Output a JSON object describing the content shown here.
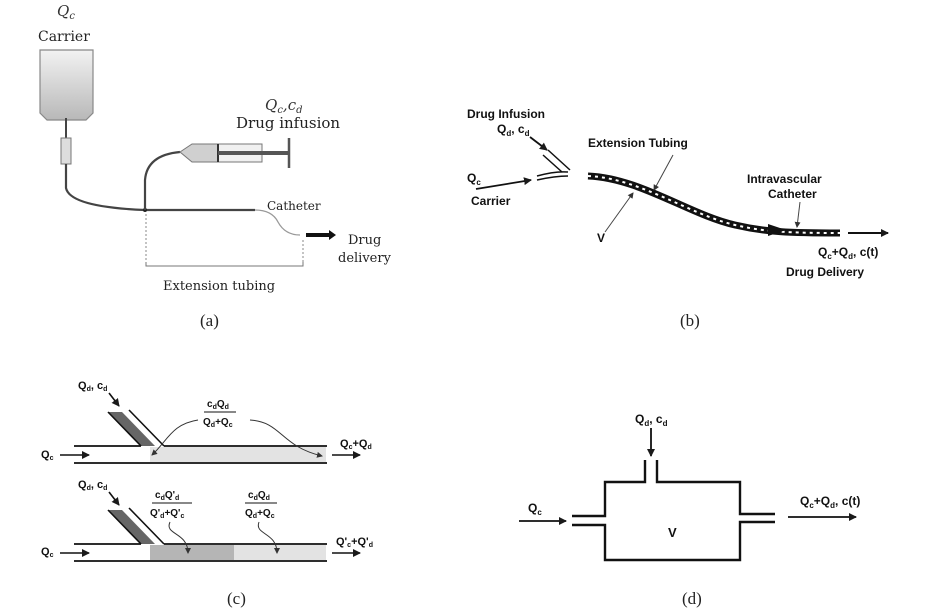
{
  "figure": {
    "panels": [
      {
        "id": "a",
        "caption": "(a)",
        "labels": {
          "carrier_flow": "Q",
          "carrier_flow_sub": "c",
          "carrier": "Carrier",
          "infusion_flow": "Q",
          "infusion_flow_sub": "c",
          "infusion_conc": "c",
          "infusion_conc_sub": "d",
          "drug_infusion": "Drug infusion",
          "catheter": "Catheter",
          "drug": "Drug",
          "delivery": "delivery",
          "extension_tubing": "Extension tubing"
        }
      },
      {
        "id": "b",
        "caption": "(b)",
        "labels": {
          "drug_infusion": "Drug Infusion",
          "infusion_params": "Q",
          "infusion_params_sub": "d",
          "infusion_conc": ", c",
          "infusion_conc_sub": "d",
          "carrier_flow": "Q",
          "carrier_flow_sub": "c",
          "carrier": "Carrier",
          "extension_tubing": "Extension Tubing",
          "volume": "V",
          "intravascular": "Intravascular",
          "catheter": "Catheter",
          "output": "Q",
          "output_sub1": "c",
          "output_plus": "+Q",
          "output_sub2": "d",
          "output_rest": ", c(t)",
          "drug_delivery": "Drug Delivery"
        }
      },
      {
        "id": "c",
        "caption": "(c)",
        "top": {
          "inlet": "Q",
          "inlet_sub": "d",
          "inlet_conc": ", c",
          "inlet_conc_sub": "d",
          "carrier": "Q",
          "carrier_sub": "c",
          "frac_num": "c",
          "frac_num_sub1": "d",
          "frac_num_b": "Q",
          "frac_num_sub2": "d",
          "frac_den_a": "Q",
          "frac_den_sub1": "d",
          "frac_den_b": "+Q",
          "frac_den_sub2": "c",
          "outlet_a": "Q",
          "outlet_sub1": "c",
          "outlet_b": "+Q",
          "outlet_sub2": "d"
        },
        "bottom": {
          "inlet": "Q",
          "inlet_sub": "d",
          "inlet_conc": ", c",
          "inlet_conc_sub": "d",
          "carrier": "Q",
          "carrier_sub": "c",
          "frac1_num": "c",
          "frac1_num_sub1": "d",
          "frac1_num_b": "Q'",
          "frac1_num_sub2": "d",
          "frac1_den_a": "Q'",
          "frac1_den_sub1": "d",
          "frac1_den_b": "+Q'",
          "frac1_den_sub2": "c",
          "frac2_num": "c",
          "frac2_num_sub1": "d",
          "frac2_num_b": "Q",
          "frac2_num_sub2": "d",
          "frac2_den_a": "Q",
          "frac2_den_sub1": "d",
          "frac2_den_b": "+Q",
          "frac2_den_sub2": "c",
          "outlet_a": "Q'",
          "outlet_sub1": "c",
          "outlet_b": "+Q'",
          "outlet_sub2": "d"
        }
      },
      {
        "id": "d",
        "caption": "(d)",
        "labels": {
          "inlet_top": "Q",
          "inlet_top_sub": "d",
          "inlet_top_conc": ", c",
          "inlet_top_conc_sub": "d",
          "inlet_left": "Q",
          "inlet_left_sub": "c",
          "volume": "V",
          "outlet": "Q",
          "outlet_sub1": "c",
          "outlet_plus": "+Q",
          "outlet_sub2": "d",
          "outlet_rest": ", c(t)"
        }
      }
    ],
    "colors": {
      "line": "#1a1a1a",
      "fill_dark": "#666666",
      "fill_mid": "#b5b5b5",
      "fill_light": "#e2e2e2",
      "caption": "#222222"
    }
  }
}
